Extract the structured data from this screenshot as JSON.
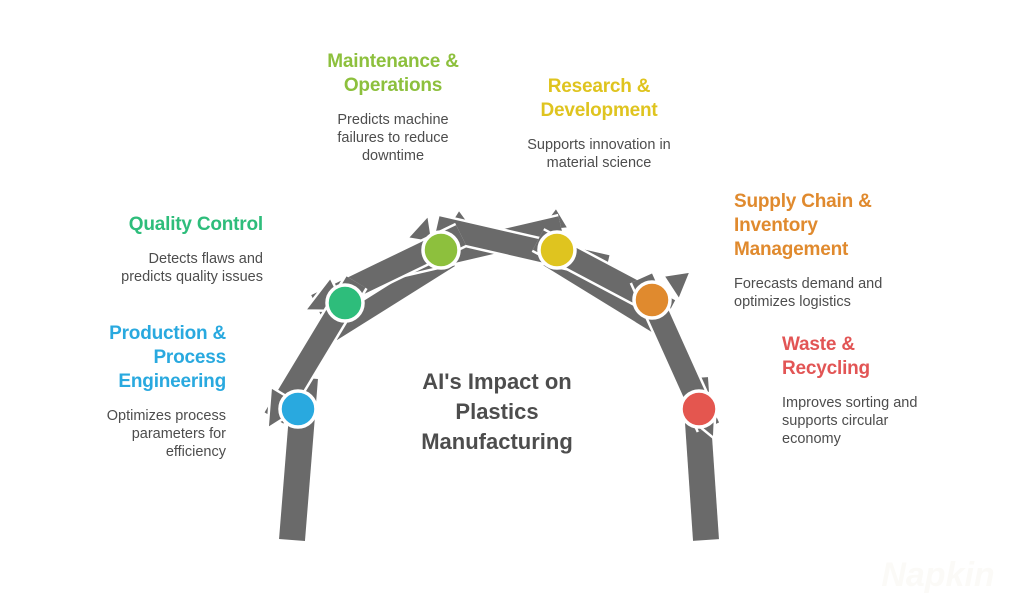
{
  "title": "AI's Impact on Plastics Manufacturing",
  "watermark": "Napkin",
  "colors": {
    "bar_gray": "#6A6A6A",
    "title_text": "#4D4D4D",
    "body_text": "#4D4D4D",
    "blue": "#29A9DF",
    "green": "#2EBD7B",
    "olive": "#8DC03D",
    "yellow": "#DFC41F",
    "orange": "#E08A2E",
    "red": "#E4564F"
  },
  "items": [
    {
      "id": "maintenance-operations",
      "label": "Maintenance & Operations",
      "description": "Predicts machine failures to reduce downtime",
      "color": "#8DC03D"
    },
    {
      "id": "research-development",
      "label": "Research & Development",
      "description": "Supports innovation in material science",
      "color": "#DFC41F"
    },
    {
      "id": "quality-control",
      "label": "Quality Control",
      "description": "Detects flaws and predicts quality issues",
      "color": "#2EBD7B"
    },
    {
      "id": "production-process-engineering",
      "label": "Production & Process Engineering",
      "description": "Optimizes process parameters for efficiency",
      "color": "#29A9DF"
    },
    {
      "id": "supply-chain-inventory-management",
      "label": "Supply Chain & Inventory Management",
      "description": "Forecasts demand and optimizes logistics",
      "color": "#E08A2E"
    },
    {
      "id": "waste-recycling",
      "label": "Waste & Recycling",
      "description": "Improves sorting and supports circular economy",
      "color": "#E4564F"
    }
  ]
}
